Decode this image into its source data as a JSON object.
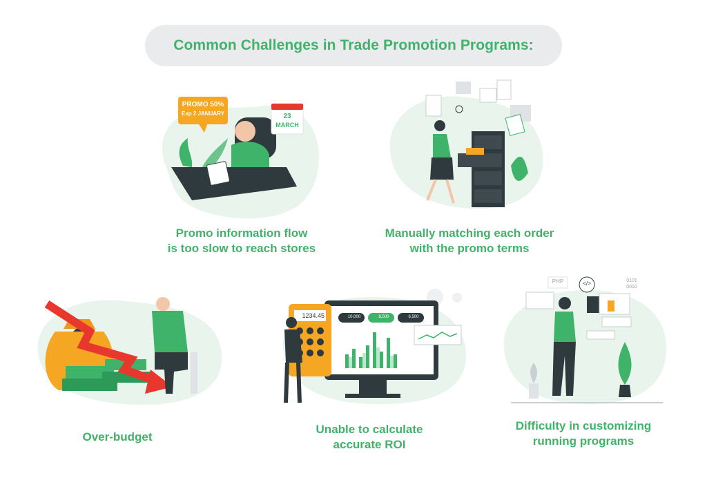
{
  "title": "Common Challenges in Trade Promotion Programs:",
  "colors": {
    "accent": "#3fb36a",
    "blob": "#e8f4ec",
    "dark": "#2f3a3e",
    "orange": "#f5a623",
    "red": "#e8372c"
  },
  "challenges": [
    {
      "line1": "Promo information flow",
      "line2": "is too slow to reach stores",
      "icon": "person-at-desk-illustration",
      "promo_line1": "PROMO 50%",
      "promo_line2": "Exp 2 JANUARY",
      "calendar_day": "23",
      "calendar_month": "MARCH"
    },
    {
      "line1": "Manually matching each order",
      "line2": "with the promo terms",
      "icon": "filing-cabinet-illustration"
    },
    {
      "line1": "Over-budget",
      "line2": "",
      "icon": "money-bag-falling-arrow-illustration"
    },
    {
      "line1": "Unable to calculate",
      "line2": "accurate ROI",
      "icon": "calculator-dashboard-illustration",
      "calc_display": "1234.45",
      "stat1": "10,000",
      "stat2": "8,500",
      "stat3": "6,500"
    },
    {
      "line1": "Difficulty in customizing",
      "line2": "running programs",
      "icon": "developer-screens-illustration",
      "tag_php": "PHP",
      "tag_code": "</>",
      "tag_binary1": "0101",
      "tag_binary2": "0010"
    }
  ]
}
